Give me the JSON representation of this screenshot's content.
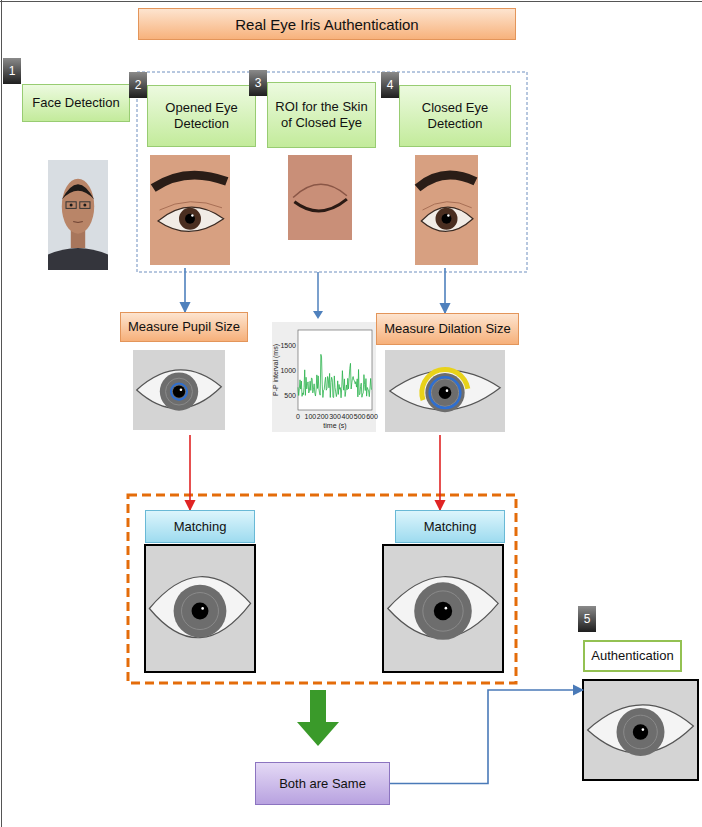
{
  "diagram": {
    "title": "Real Eye Iris Authentication",
    "nodes": [
      {
        "text": [
          "Face Detection"
        ]
      },
      {
        "text": [
          "Opened Eye Detection"
        ]
      },
      {
        "text": [
          "ROI for the Skin of Closed Eye"
        ]
      },
      {
        "text": [
          "Closed Eye Detection"
        ]
      },
      {
        "text": [
          "Measure Pupil Size"
        ]
      },
      {
        "text": [
          "Measure Dilation Size"
        ]
      },
      {
        "text": [
          "Matching"
        ]
      },
      {
        "text": [
          "Matching"
        ]
      },
      {
        "text": [
          "Both are Same"
        ]
      },
      {
        "text": [
          "Authentication"
        ]
      }
    ],
    "edges": [
      {
        "from": 1,
        "to": 4,
        "arrow": "to"
      },
      {
        "from": 3,
        "to": 5,
        "arrow": "to"
      },
      {
        "from": 4,
        "to": 6,
        "arrow": "to"
      },
      {
        "from": 5,
        "to": 7,
        "arrow": "to"
      },
      {
        "from": 8,
        "to": 9,
        "arrow": "to"
      }
    ],
    "labels": [
      "1",
      "2",
      "3",
      "4",
      "P-P interval (ms)",
      "1500",
      "1000",
      "500",
      "0",
      "100",
      "200",
      "300",
      "400",
      "500",
      "600",
      "time (s)",
      "5"
    ]
  }
}
